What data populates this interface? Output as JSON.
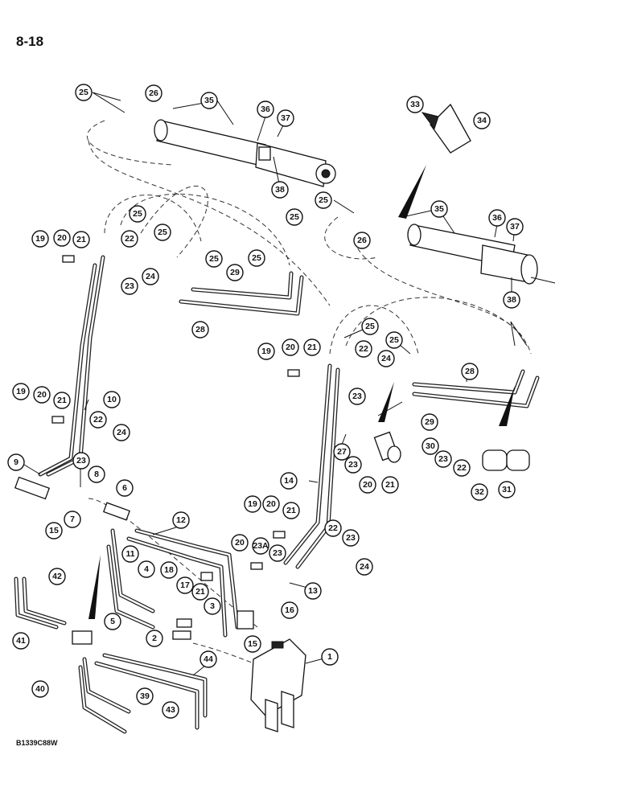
{
  "page": {
    "number": "8-18",
    "figure_code": "B1339C88W"
  },
  "callouts": [
    "25",
    "26",
    "35",
    "36",
    "37",
    "33",
    "34",
    "38",
    "25",
    "35",
    "36",
    "37",
    "26",
    "38",
    "25",
    "25",
    "25",
    "25",
    "25",
    "19",
    "20",
    "21",
    "22",
    "24",
    "23",
    "29",
    "28",
    "25",
    "25",
    "19",
    "20",
    "21",
    "22",
    "24",
    "23",
    "28",
    "29",
    "19",
    "20",
    "21",
    "10",
    "22",
    "24",
    "23",
    "9",
    "8",
    "6",
    "7",
    "15",
    "27",
    "23",
    "20",
    "21",
    "30",
    "23",
    "22",
    "32",
    "31",
    "14",
    "19",
    "20",
    "21",
    "22",
    "23",
    "24",
    "20",
    "23A",
    "23",
    "13",
    "16",
    "12",
    "11",
    "4",
    "18",
    "17",
    "21",
    "3",
    "2",
    "5",
    "15",
    "1",
    "42",
    "41",
    "44",
    "40",
    "39",
    "43"
  ]
}
